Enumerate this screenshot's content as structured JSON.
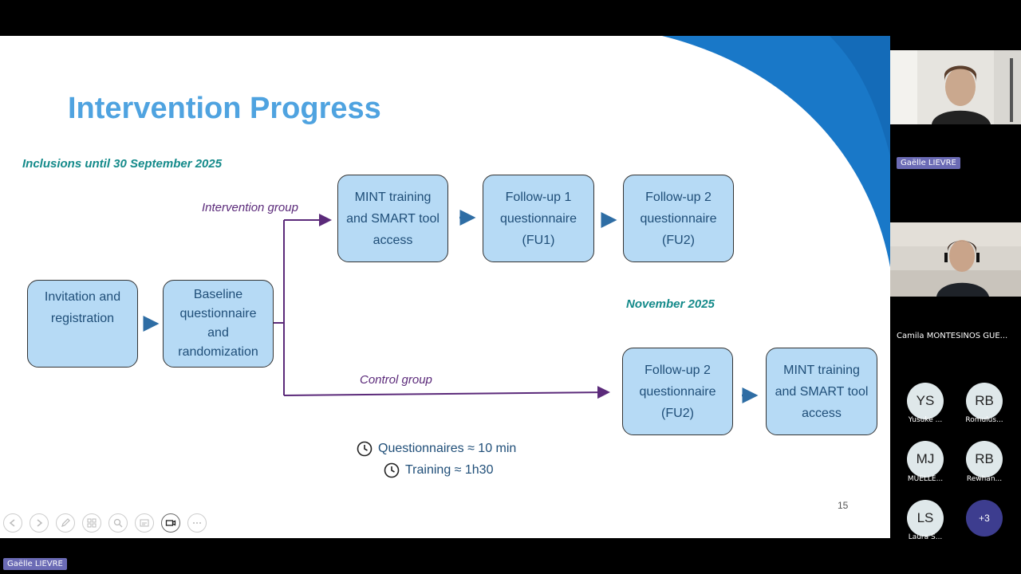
{
  "slide": {
    "title": "Intervention Progress",
    "inclusions": "Inclusions until 30 September 2025",
    "november": "November 2025",
    "page_number": "15",
    "boxes": {
      "invitation": "Invitation and\nregistration",
      "baseline": "Baseline\nquestionnaire\nand\nrandomization",
      "mint_top": "MINT training\nand SMART tool\naccess",
      "fu1": "Follow-up 1\nquestionnaire\n(FU1)",
      "fu2_top": "Follow-up 2\nquestionnaire\n(FU2)",
      "fu2_bottom": "Follow-up 2\nquestionnaire\n(FU2)",
      "mint_bottom": "MINT training\nand SMART tool\naccess"
    },
    "intervention_group": "Intervention group",
    "control_group": "Control group",
    "questionnaires_time": "Questionnaires ≈ 10 min",
    "training_time": "Training ≈ 1h30",
    "colors": {
      "title": "#4fa3e0",
      "accent_teal": "#148a8a",
      "box_fill": "#b6daf5",
      "purple": "#5b2a7a",
      "arrow_blue": "#2e6da4",
      "deco_blue": "#1978c8"
    }
  },
  "participants": {
    "presenter": "Gaëlle  LIEVRE",
    "second": "Camila  MONTESINOS GUE...",
    "avatars": [
      {
        "initials": "YS",
        "label": "Yusuke ..."
      },
      {
        "initials": "RB",
        "label": "Romulus..."
      },
      {
        "initials": "MJ",
        "label": "MUELLE..."
      },
      {
        "initials": "RB",
        "label": "Rewhan..."
      },
      {
        "initials": "LS",
        "label": "Laura  S..."
      }
    ],
    "more": "+3"
  },
  "bottom_name": "Gaëlle  LIEVRE"
}
